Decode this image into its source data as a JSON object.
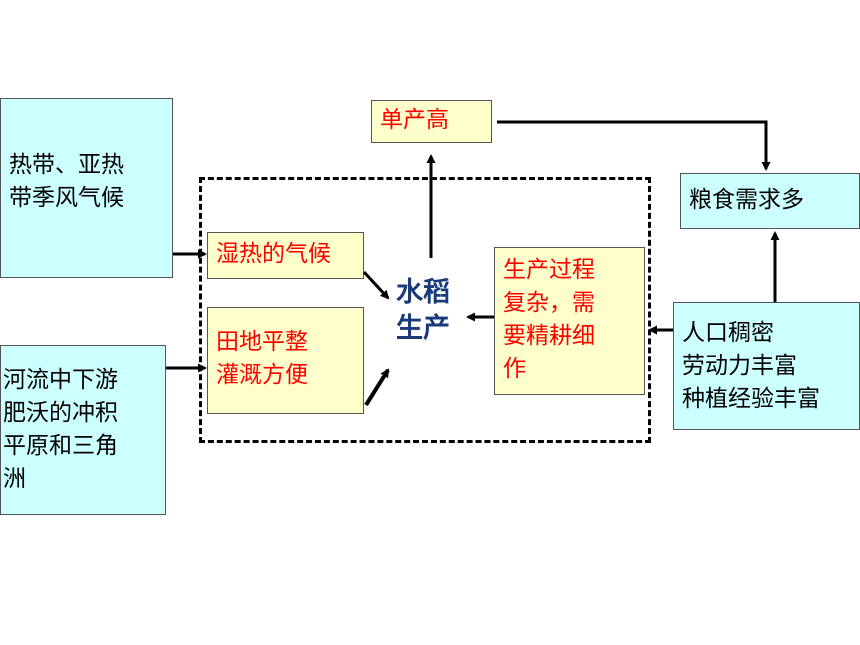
{
  "nodes": {
    "climate": "热带、亚热\n带季风气候",
    "plains": "河流中下游\n肥沃的冲积\n平原和三角\n洲",
    "humid_climate": "湿热的气候",
    "flat_fields": "田地平整\n灌溉方便",
    "center": "水稻\n生产",
    "high_yield": "单产高",
    "complex_process": "生产过程\n复杂，需\n要精耕细\n作",
    "food_demand": "粮食需求多",
    "population": "人口稠密\n劳动力丰富\n种植经验丰富"
  },
  "colors": {
    "cyan_box": "#ccffff",
    "yellow_box": "#ffffcc",
    "red_text": "#ff0000",
    "center_text": "#1a3a7a"
  }
}
